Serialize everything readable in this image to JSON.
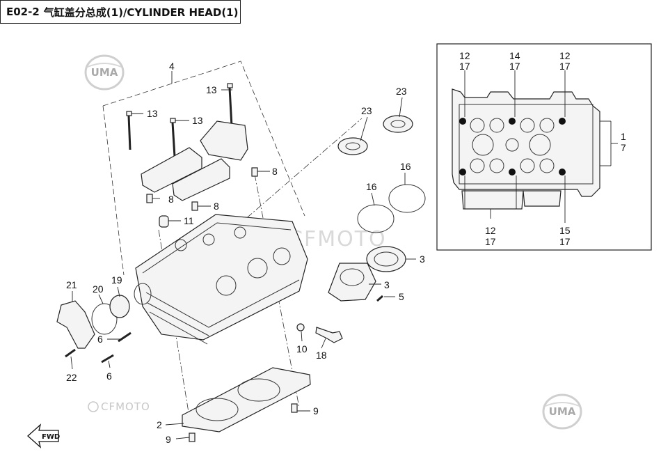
{
  "title": {
    "code": "E02-2",
    "text": "气缸盖分总成(1)/CYLINDER HEAD(1)"
  },
  "watermarks": {
    "uma": "UMA",
    "cfmoto": "CFMOTO",
    "cfmoto_center": "CFMOTO"
  },
  "fwd_label": "FWD",
  "callouts": {
    "n4": "4",
    "n13a": "13",
    "n13b": "13",
    "n13c": "13",
    "n8a": "8",
    "n8b": "8",
    "n8c": "8",
    "n11": "11",
    "n23a": "23",
    "n23b": "23",
    "n16a": "16",
    "n16b": "16",
    "n3a": "3",
    "n3b": "3",
    "n5": "5",
    "n21": "21",
    "n20": "20",
    "n19": "19",
    "n6a": "6",
    "n6b": "6",
    "n22": "22",
    "n10": "10",
    "n18": "18",
    "n2": "2",
    "n9a": "9",
    "n9b": "9"
  },
  "inset_callouts": {
    "tl_top": "12",
    "tl_bot": "17",
    "tm_top": "14",
    "tm_bot": "17",
    "tr_top": "12",
    "tr_bot": "17",
    "r_top": "1",
    "r_bot": "7",
    "bl_top": "12",
    "bl_bot": "17",
    "br_top": "15",
    "br_bot": "17"
  },
  "colors": {
    "line": "#222222",
    "watermark": "#c8c8c8",
    "part_fill": "#f4f4f4"
  },
  "icons": {
    "fwd_arrow": "fwd-arrow-icon",
    "uma_logo": "uma-logo-icon",
    "cfmoto_logo": "cfmoto-logo-icon"
  }
}
